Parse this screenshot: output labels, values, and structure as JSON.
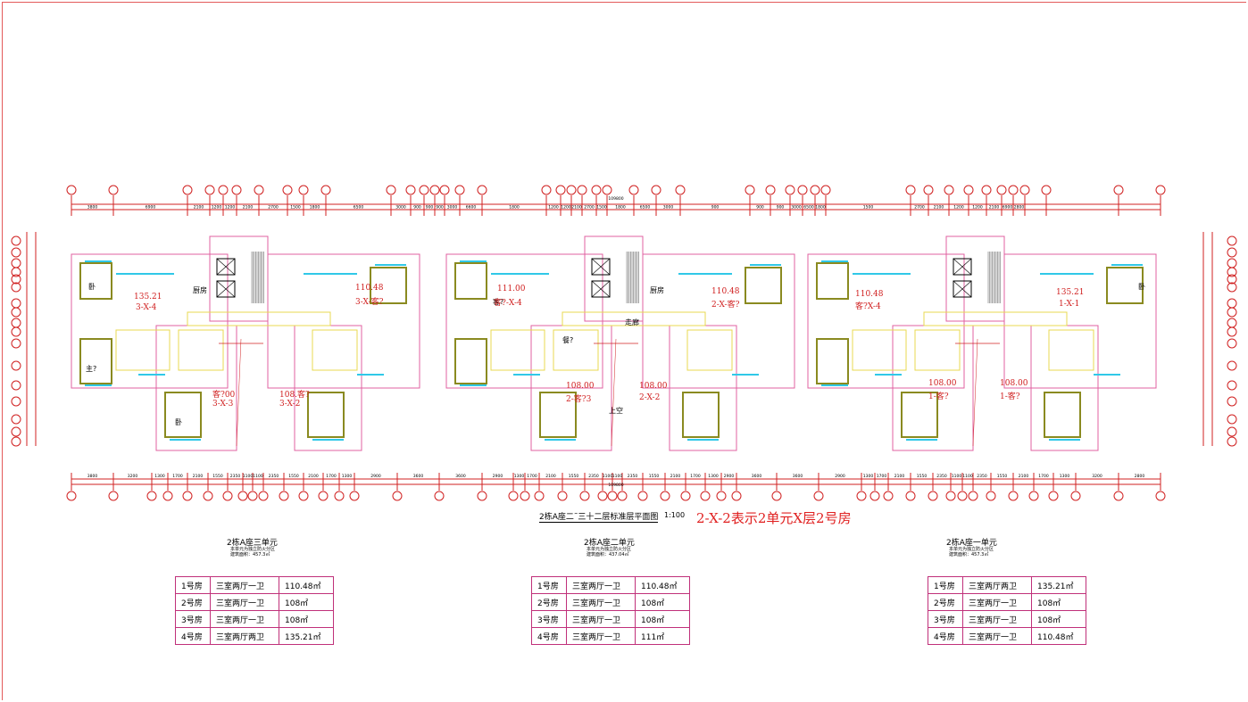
{
  "drawing": {
    "title": "2栋A座二˜三十二层标准层平面图",
    "scale": "1:100",
    "note": "2-X-2表示2单元X层2号房"
  },
  "units": [
    {
      "name": "2栋A座三单元",
      "sub1": "本单元为独立防火分区",
      "sub2": "建筑面积：457.3㎡",
      "rows": [
        {
          "no": "1号房",
          "type": "三室两厅一卫",
          "area": "110.48㎡"
        },
        {
          "no": "2号房",
          "type": "三室两厅一卫",
          "area": "108㎡"
        },
        {
          "no": "3号房",
          "type": "三室两厅一卫",
          "area": "108㎡"
        },
        {
          "no": "4号房",
          "type": "三室两厅两卫",
          "area": "135.21㎡"
        }
      ]
    },
    {
      "name": "2栋A座二单元",
      "sub1": "本单元为独立防火分区",
      "sub2": "建筑面积：437.04㎡",
      "rows": [
        {
          "no": "1号房",
          "type": "三室两厅一卫",
          "area": "110.48㎡"
        },
        {
          "no": "2号房",
          "type": "三室两厅一卫",
          "area": "108㎡"
        },
        {
          "no": "3号房",
          "type": "三室两厅一卫",
          "area": "108㎡"
        },
        {
          "no": "4号房",
          "type": "三室两厅一卫",
          "area": "111㎡"
        }
      ]
    },
    {
      "name": "2栋A座一单元",
      "sub1": "本单元为独立防火分区",
      "sub2": "建筑面积：457.3㎡",
      "rows": [
        {
          "no": "1号房",
          "type": "三室两厅两卫",
          "area": "135.21㎡"
        },
        {
          "no": "2号房",
          "type": "三室两厅一卫",
          "area": "108㎡"
        },
        {
          "no": "3号房",
          "type": "三室两厅一卫",
          "area": "108㎡"
        },
        {
          "no": "4号房",
          "type": "三室两厅一卫",
          "area": "110.48㎡"
        }
      ]
    }
  ],
  "plan": {
    "total_dim": "109800",
    "top_dims": [
      "3800",
      "6900",
      "2100",
      "1200",
      "1200",
      "2100",
      "2700",
      "1500",
      "1800",
      "6500",
      "3000",
      "900",
      "900",
      "900",
      "3000",
      "6600",
      "1800",
      "1200",
      "1200",
      "2100",
      "2700",
      "1500",
      "1800",
      "6500",
      "3000",
      "900",
      "900",
      "900",
      "3000",
      "6500",
      "1800",
      "1500",
      "2700",
      "2100",
      "1200",
      "1200",
      "2100",
      "6900",
      "2800"
    ],
    "bottom_dims": [
      "3800",
      "3200",
      "1300",
      "1700",
      "2100",
      "1550",
      "2350",
      "1100",
      "1100",
      "2350",
      "1550",
      "2100",
      "1700",
      "1300",
      "2900",
      "3600",
      "3600",
      "2900",
      "1300",
      "1700",
      "2100",
      "1550",
      "2350",
      "1100",
      "1100",
      "2350",
      "1550",
      "2100",
      "1700",
      "1300",
      "2900",
      "3600",
      "3600",
      "2900",
      "1300",
      "1700",
      "2100",
      "1550",
      "2350",
      "1100",
      "1100",
      "2350",
      "1550",
      "2100",
      "1700",
      "1300",
      "3200",
      "2800"
    ],
    "room_labels": [
      {
        "t": "厨房"
      },
      {
        "t": "客?"
      },
      {
        "t": "餐?"
      },
      {
        "t": "走廊"
      },
      {
        "t": "厨房"
      },
      {
        "t": "主?"
      },
      {
        "t": "卧"
      },
      {
        "t": "卧"
      },
      {
        "t": "上空"
      },
      {
        "t": "卧"
      }
    ],
    "red_labels": [
      "135.21",
      "3-X-4",
      "110.48",
      "3-X-客?",
      "111.00",
      "客?-X-4",
      "110.48",
      "2-X-客?",
      "110.48",
      "客?X-4",
      "135.21",
      "1-X-1",
      "客?00",
      "3-X-3",
      "108.客?",
      "3-X-2",
      "108.00",
      "2-客?3",
      "108.00",
      "2-X-2",
      "108.00",
      "1-客?",
      "108.00",
      "1-客?"
    ]
  }
}
